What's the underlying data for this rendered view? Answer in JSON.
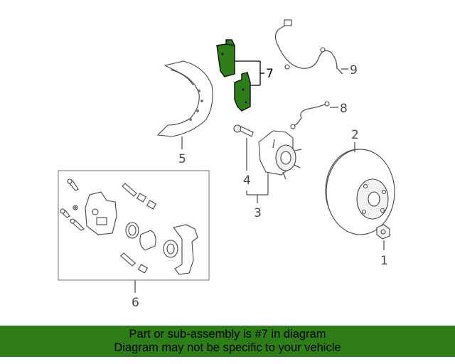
{
  "callouts": {
    "c1": "1",
    "c2": "2",
    "c3": "3",
    "c4": "4",
    "c5": "5",
    "c6": "6",
    "c7": "7",
    "c8": "8",
    "c9": "9"
  },
  "colors": {
    "highlight": "#2e7d18",
    "banner": "#2e7d18"
  },
  "banner": {
    "line1": "Part or sub-assembly is #7 in diagram",
    "line2": "Diagram may not be specific to your vehicle"
  }
}
